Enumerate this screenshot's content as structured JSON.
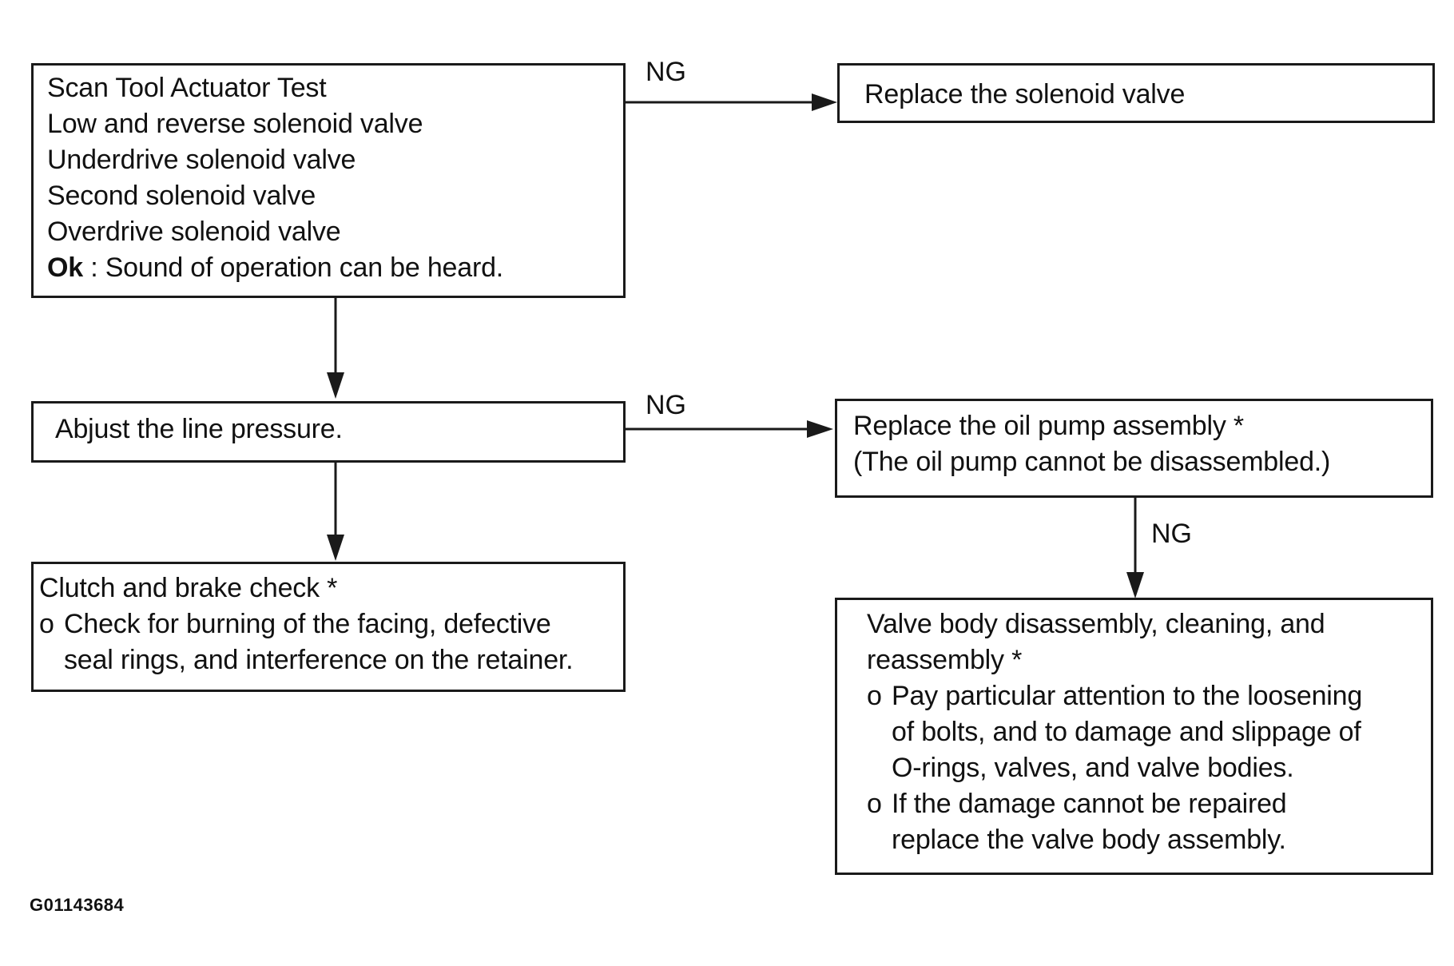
{
  "flowchart": {
    "scan_box": {
      "lines": [
        "Scan Tool Actuator Test",
        "Low and reverse solenoid valve",
        "Underdrive solenoid valve",
        "Second solenoid valve",
        "Overdrive solenoid valve"
      ],
      "ok_label": "Ok",
      "ok_text": " : Sound of operation can be heard."
    },
    "replace_solenoid_box": {
      "text": "Replace the solenoid valve"
    },
    "line_pressure_box": {
      "text": "Abjust the line pressure."
    },
    "oil_pump_box": {
      "lines": [
        "Replace the oil pump assembly *",
        "(The oil pump cannot be disassembled.)"
      ]
    },
    "clutch_box": {
      "title": "Clutch and brake check *",
      "bullets": [
        {
          "mark": "o",
          "lines": [
            "Check for burning of the facing, defective",
            "seal rings, and interference on the retainer."
          ]
        }
      ]
    },
    "valve_body_box": {
      "title_lines": [
        "Valve body disassembly, cleaning, and",
        "reassembly *"
      ],
      "bullets": [
        {
          "mark": "o",
          "lines": [
            "Pay particular attention to the loosening",
            "of bolts, and to damage and slippage of",
            "O-rings, valves, and valve bodies."
          ]
        },
        {
          "mark": "o",
          "lines": [
            "If the damage cannot be repaired",
            "replace the valve body assembly."
          ]
        }
      ]
    },
    "ng_labels": {
      "ng1": "NG",
      "ng2": "NG",
      "ng3": "NG"
    }
  },
  "figure_code": "G01143684"
}
